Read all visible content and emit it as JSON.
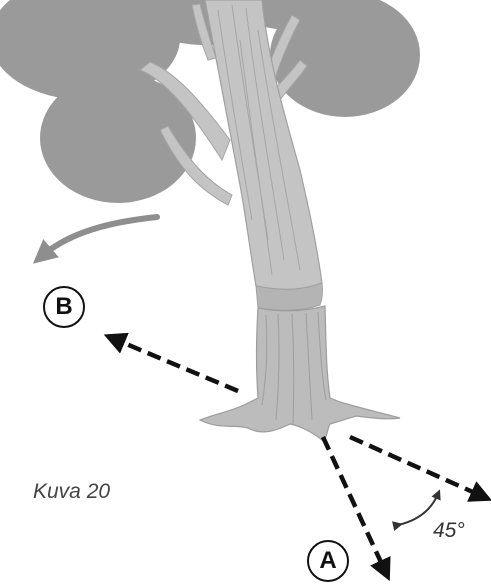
{
  "caption": "Kuva 20",
  "markers": {
    "a": "A",
    "b": "B"
  },
  "angle_label": "45°",
  "icons": {
    "tree": "tree-illustration",
    "fall_arrow": "curved-arrow-icon",
    "angle_arrow": "angle-arc-arrow-icon"
  },
  "colors": {
    "foliage": "#9a9a9a",
    "trunk": "#c4c4c4",
    "stump": "#bcbcbc",
    "fall_arrow": "#8e8e8e",
    "dashed_arrow": "#111111"
  }
}
